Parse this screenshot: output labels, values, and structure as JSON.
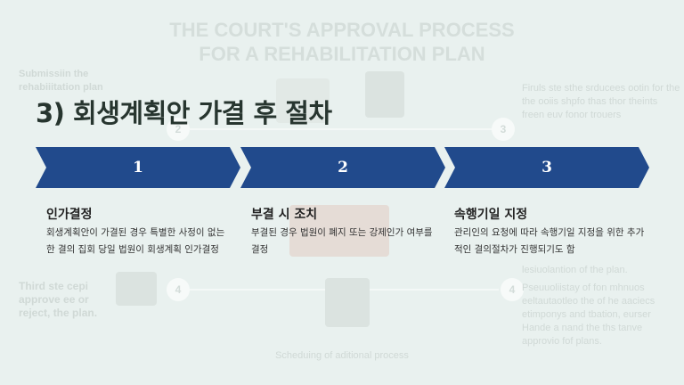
{
  "background": {
    "title_line1": "THE COURT'S APPROVAL PROCESS",
    "title_line2": "FOR A REHABILITATION PLAN",
    "left_top": "Submissiin the rehabiiitation plan",
    "left_bottom": "Third ste cepi approve ee or reject, the plan.",
    "right_top": "Firuls ste sthe srducees ootin for the the ooiis shpfo thas thor theints freen euv fonor trouers",
    "right_mid": "lesiuolantion of the plan.",
    "right_bottom": "Pseuuoliistay of fon mhnuos eeltautaotleo the of he aaciecs etimponys and tbation, eurser Hande a nand the ths tanve approvio fof plans.",
    "bottom_caption": "Scheduing of aditional process",
    "circle_2": "2",
    "circle_3": "3",
    "circle_4a": "4",
    "circle_4b": "4"
  },
  "title": "3) 회생계획안 가결 후 절차",
  "colors": {
    "chevron": "#214a8c"
  },
  "steps": [
    {
      "num": "1",
      "heading": "인가결정",
      "text": "회생계획안이 가결된 경우 특별한 사정이 없는 한 결의 집회 당일 법원이 회생계획 인가결정"
    },
    {
      "num": "2",
      "heading": "부결 시 조치",
      "text": "부결된 경우 법원이 폐지 또는 강제인가 여부를 결정"
    },
    {
      "num": "3",
      "heading": "속행기일 지정",
      "text": "관리인의 요청에 따라 속행기일 지정을 위한 추가적인 결의절차가 진행되기도 함"
    }
  ]
}
